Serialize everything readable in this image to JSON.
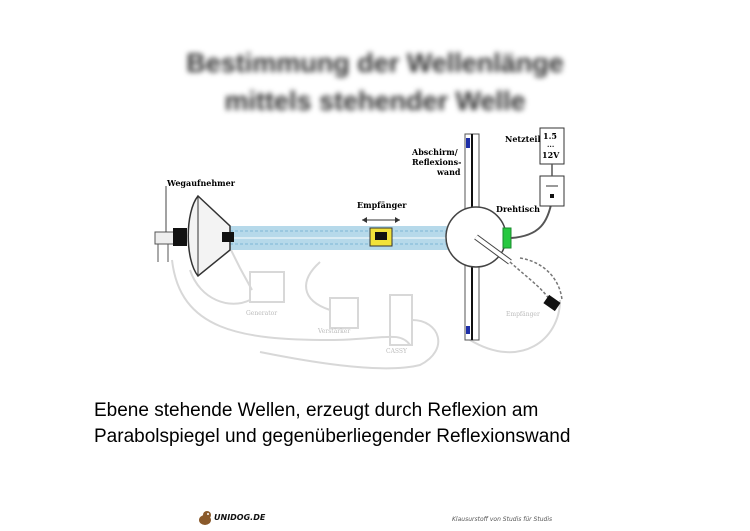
{
  "title": {
    "line1": "Bestimmung der Wellenlänge",
    "line2": "mittels stehender Welle"
  },
  "labels": {
    "wegaufnehmer": "Wegaufnehmer",
    "empfaenger": "Empfänger",
    "abschirm_1": "Abschirm/",
    "abschirm_2": "Reflexions-",
    "abschirm_3": "wand",
    "netzteil": "Netzteil",
    "drehtisch": "Drehtisch",
    "psu_top": "1.5",
    "psu_mid": "...",
    "psu_bottom": "12V",
    "generator": "Generator",
    "verstaerker": "Verstärker",
    "cassy": "CASSY",
    "empfaenger_faint": "Empfänger"
  },
  "caption": {
    "line1": "Ebene stehende Wellen, erzeugt durch Reflexion am",
    "line2": "Parabolspiegel und gegenüberliegender Reflexionswand"
  },
  "footer": {
    "logo_text": "UNIDOG.DE",
    "note": "Klausurstoff von Studis für Studis"
  },
  "colors": {
    "beam": "#b6d9ea",
    "beam_dash": "#7fb8d6",
    "receiver": "#f2e23a",
    "drehtisch_tab": "#27c840",
    "wall_marker": "#1e2fa8",
    "faint": "#d8d8d8"
  }
}
